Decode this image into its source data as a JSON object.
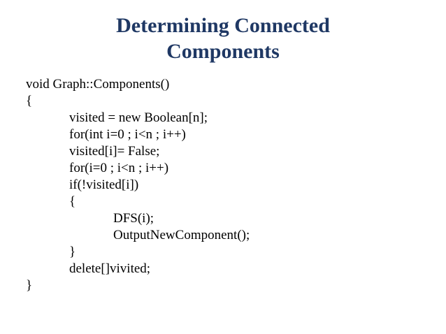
{
  "slide": {
    "background_color": "#ffffff",
    "title": {
      "color": "#1f3864",
      "lines": [
        "Determining Connected",
        "Components"
      ]
    },
    "code": {
      "color": "#000000",
      "language": "cpp",
      "lines": [
        {
          "indent": 0,
          "text": "void Graph::Components()"
        },
        {
          "indent": 0,
          "text": "{"
        },
        {
          "indent": 1,
          "text": "visited = new Boolean[n];"
        },
        {
          "indent": 1,
          "text": "for(int i=0 ; i<n ; i++)"
        },
        {
          "indent": 1,
          "text": "visited[i]= False;"
        },
        {
          "indent": 1,
          "text": "for(i=0 ; i<n ; i++)"
        },
        {
          "indent": 1,
          "text": "if(!visited[i])"
        },
        {
          "indent": 1,
          "text": "{"
        },
        {
          "indent": 2,
          "text": "DFS(i);"
        },
        {
          "indent": 2,
          "text": "OutputNewComponent();"
        },
        {
          "indent": 1,
          "text": "}"
        },
        {
          "indent": 1,
          "text": "delete[]vivited;"
        },
        {
          "indent": 0,
          "text": "}"
        }
      ]
    }
  }
}
